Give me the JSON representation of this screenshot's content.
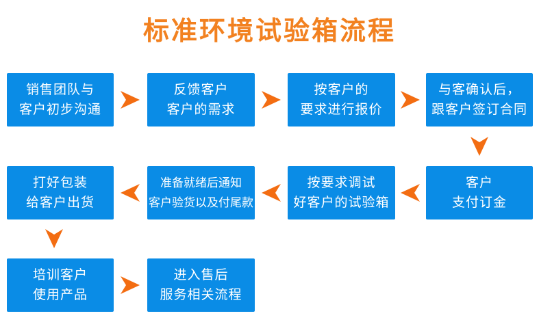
{
  "title": "标准环境试验箱流程",
  "colors": {
    "background": "#FFFFFF",
    "box_blue": "#0A8CE6",
    "title_orange": "#F28120",
    "arrow_orange": "#F36D12",
    "box_text": "#FFFFFF"
  },
  "steps": {
    "s1": {
      "line1": "销售团队与",
      "line2": "客户初步沟通"
    },
    "s2": {
      "line1": "反馈客户",
      "line2": "客户的需求"
    },
    "s3": {
      "line1": "按客户的",
      "line2": "要求进行报价"
    },
    "s4": {
      "line1": "与客确认后，",
      "line2": "跟客户签订合同"
    },
    "s5": {
      "line1": "客户",
      "line2": "支付订金"
    },
    "s6": {
      "line1": "按要求调试",
      "line2": "好客户的试验箱"
    },
    "s7": {
      "line1": "准备就绪后通知",
      "line2": "客户验货以及付尾款"
    },
    "s8": {
      "line1": "打好包装",
      "line2": "给客户出货"
    },
    "s9": {
      "line1": "培训客户",
      "line2": "使用产品"
    },
    "s10": {
      "line1": "进入售后",
      "line2": "服务相关流程"
    }
  }
}
